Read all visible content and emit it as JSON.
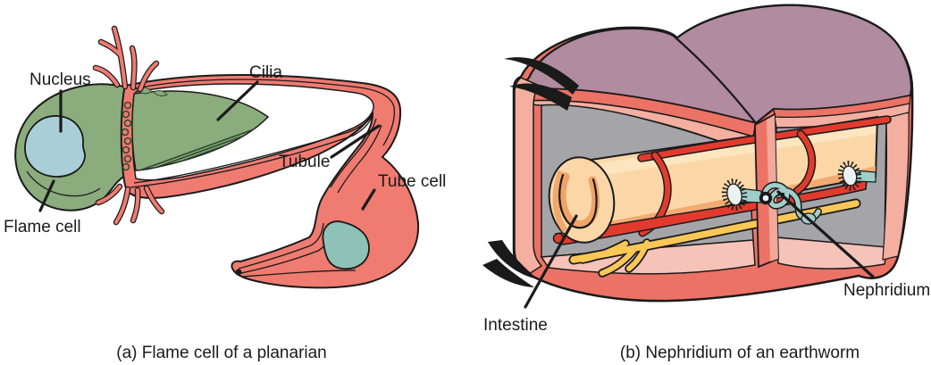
{
  "figure": {
    "panel_a": {
      "caption": "(a) Flame cell of a planarian",
      "labels": {
        "nucleus": "Nucleus",
        "cilia": "Cilia",
        "flame_cell": "Flame cell",
        "tubule": "Tubule",
        "tube_cell": "Tube cell"
      }
    },
    "panel_b": {
      "caption": "(b) Nephridium of an earthworm",
      "labels": {
        "intestine": "Intestine",
        "nephridium": "Nephridium"
      }
    }
  },
  "colors": {
    "outline": "#1a1a1a",
    "label_text": "#1a1a1a",
    "flame_green": "#8BAC7C",
    "hatch_green": "#2E4A2E",
    "nucleus_blue": "#A9CED8",
    "tube_red": "#F07B71",
    "tube_nucleus_teal": "#8FC2B7",
    "worm_mauve": "#B18BA0",
    "worm_salmon": "#EC7266",
    "worm_pink": "#F4AFA0",
    "worm_floor": "#F7C3B8",
    "worm_gray": "#A5A4A8",
    "intestine_peach": "#FBD7A7",
    "intestine_shade": "#F0A368",
    "intestine_highlight": "#FDE8C6",
    "vessel_red": "#E23B2E",
    "nerve_yellow": "#FBC857",
    "nephridium_teal": "#9FCFCA",
    "funnel_white": "#EAF3F1"
  }
}
